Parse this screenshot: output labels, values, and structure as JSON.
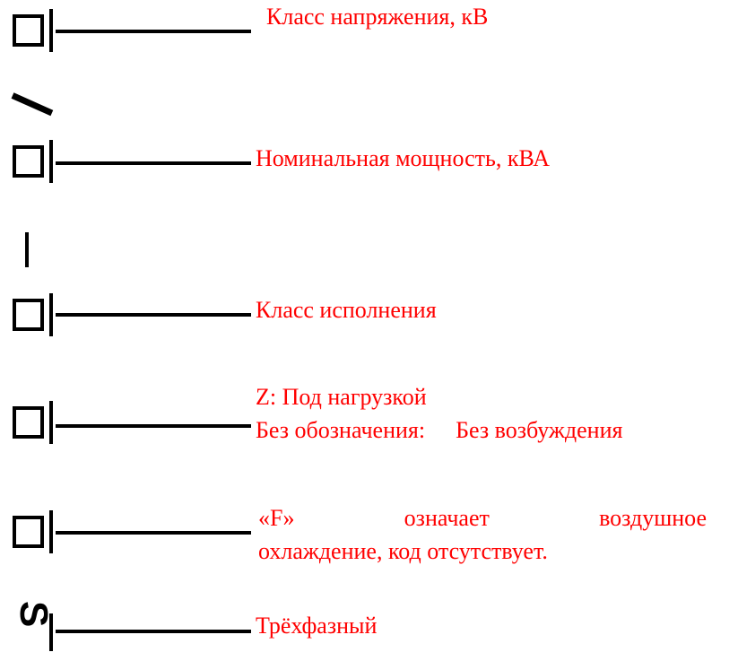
{
  "diagram": {
    "title_kind": "transformer-designation-breakdown",
    "text_color": "#ff0000",
    "line_color": "#000000",
    "background": "#ffffff",
    "rows": [
      {
        "id": "voltage-class",
        "marker": "square",
        "label": "Класс напряжения, кВ"
      },
      {
        "id": "slash-separator",
        "marker": "slash",
        "label": "/"
      },
      {
        "id": "rated-power",
        "marker": "square",
        "label": "Номинальная мощность, кВА"
      },
      {
        "id": "pipe-separator",
        "marker": "pipe",
        "label": "|"
      },
      {
        "id": "design-class",
        "marker": "square",
        "label": "Класс исполнения"
      },
      {
        "id": "regulation-type",
        "marker": "square",
        "label_line1": "Z: Под нагрузкой",
        "label_line2_a": "Без обозначения:",
        "label_line2_b": "Без возбуждения"
      },
      {
        "id": "cooling-type",
        "marker": "square",
        "label_line1_w1": "«F»",
        "label_line1_w2": "означает",
        "label_line1_w3": "воздушное",
        "label_line2": "охлаждение, код отсутствует."
      },
      {
        "id": "phase-count",
        "marker": "letter-s",
        "marker_text": "S",
        "label": "Трёхфазный"
      }
    ]
  }
}
